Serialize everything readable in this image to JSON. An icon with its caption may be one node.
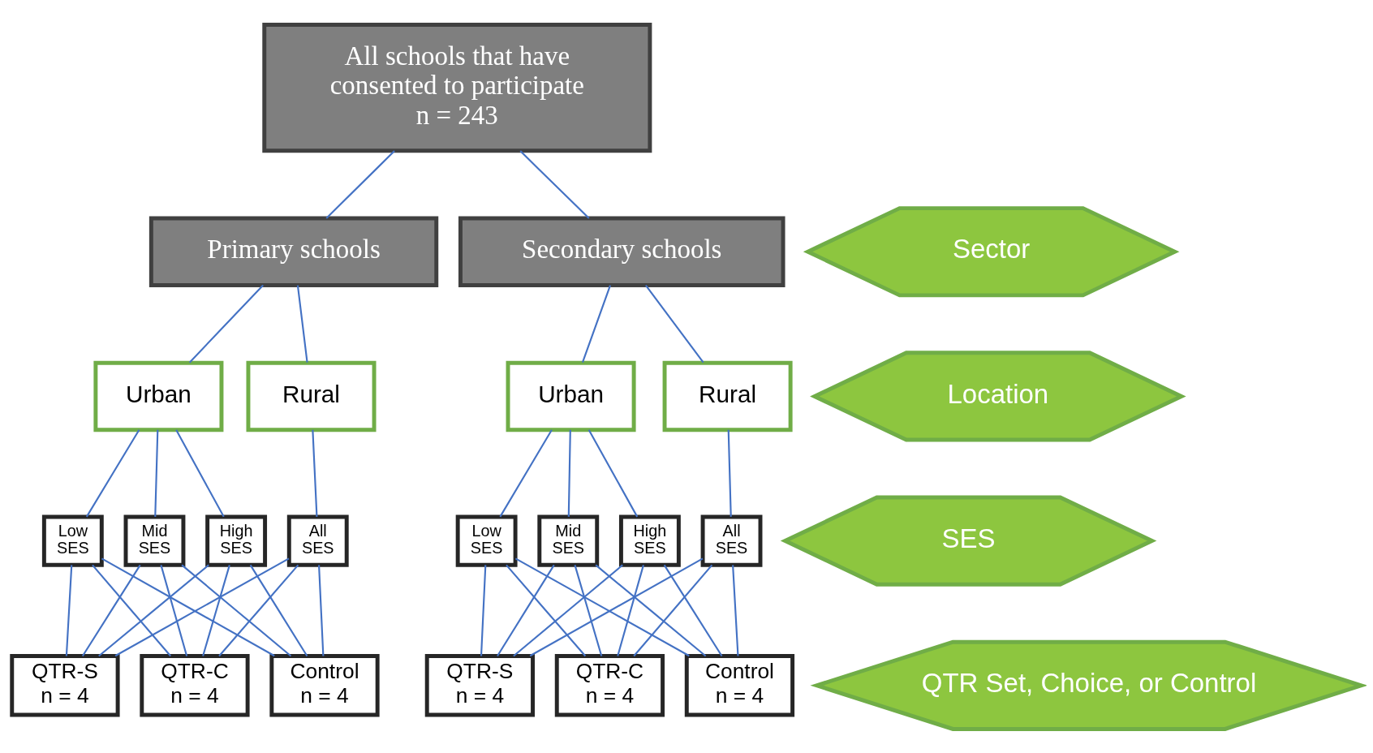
{
  "diagram": {
    "nodes": [
      {
        "text": [
          "All schools that have consented to participate",
          "n = 243"
        ]
      },
      {
        "text": [
          "Primary schools"
        ]
      },
      {
        "text": [
          "Secondary schools"
        ]
      },
      {
        "text": [
          "Sector"
        ]
      },
      {
        "text": [
          "Location"
        ]
      },
      {
        "text": [
          "SES"
        ]
      },
      {
        "text": [
          "QTR Set, Choice, or Control"
        ]
      },
      {
        "text": [
          "Urban"
        ]
      },
      {
        "text": [
          "Rural"
        ]
      },
      {
        "text": [
          "Low SES"
        ]
      },
      {
        "text": [
          "Mid SES"
        ]
      },
      {
        "text": [
          "High SES"
        ]
      },
      {
        "text": [
          "All SES"
        ]
      },
      {
        "text": [
          "QTR-S",
          "n = 4"
        ]
      },
      {
        "text": [
          "QTR-C",
          "n = 4"
        ]
      },
      {
        "text": [
          "Control",
          "n = 4"
        ]
      },
      {
        "text": [
          "Urban"
        ]
      },
      {
        "text": [
          "Rural"
        ]
      },
      {
        "text": [
          "Low SES"
        ]
      },
      {
        "text": [
          "Mid SES"
        ]
      },
      {
        "text": [
          "High SES"
        ]
      },
      {
        "text": [
          "All SES"
        ]
      },
      {
        "text": [
          "QTR-S",
          "n = 4"
        ]
      },
      {
        "text": [
          "QTR-C",
          "n = 4"
        ]
      },
      {
        "text": [
          "Control",
          "n = 4"
        ]
      }
    ],
    "edges": [
      {
        "from": 0,
        "to": 1,
        "arrow": "none"
      },
      {
        "from": 0,
        "to": 2,
        "arrow": "none"
      },
      {
        "from": 1,
        "to": 7,
        "arrow": "none"
      },
      {
        "from": 1,
        "to": 8,
        "arrow": "none"
      },
      {
        "from": 7,
        "to": 9,
        "arrow": "none"
      },
      {
        "from": 7,
        "to": 10,
        "arrow": "none"
      },
      {
        "from": 7,
        "to": 11,
        "arrow": "none"
      },
      {
        "from": 8,
        "to": 12,
        "arrow": "none"
      },
      {
        "from": 9,
        "to": 13,
        "arrow": "none"
      },
      {
        "from": 9,
        "to": 14,
        "arrow": "none"
      },
      {
        "from": 9,
        "to": 15,
        "arrow": "none"
      },
      {
        "from": 10,
        "to": 13,
        "arrow": "none"
      },
      {
        "from": 10,
        "to": 14,
        "arrow": "none"
      },
      {
        "from": 10,
        "to": 15,
        "arrow": "none"
      },
      {
        "from": 11,
        "to": 13,
        "arrow": "none"
      },
      {
        "from": 11,
        "to": 14,
        "arrow": "none"
      },
      {
        "from": 11,
        "to": 15,
        "arrow": "none"
      },
      {
        "from": 12,
        "to": 13,
        "arrow": "none"
      },
      {
        "from": 12,
        "to": 14,
        "arrow": "none"
      },
      {
        "from": 12,
        "to": 15,
        "arrow": "none"
      },
      {
        "from": 2,
        "to": 16,
        "arrow": "none"
      },
      {
        "from": 2,
        "to": 17,
        "arrow": "none"
      },
      {
        "from": 16,
        "to": 18,
        "arrow": "none"
      },
      {
        "from": 16,
        "to": 19,
        "arrow": "none"
      },
      {
        "from": 16,
        "to": 20,
        "arrow": "none"
      },
      {
        "from": 17,
        "to": 21,
        "arrow": "none"
      },
      {
        "from": 18,
        "to": 22,
        "arrow": "none"
      },
      {
        "from": 18,
        "to": 23,
        "arrow": "none"
      },
      {
        "from": 18,
        "to": 24,
        "arrow": "none"
      },
      {
        "from": 19,
        "to": 22,
        "arrow": "none"
      },
      {
        "from": 19,
        "to": 23,
        "arrow": "none"
      },
      {
        "from": 19,
        "to": 24,
        "arrow": "none"
      },
      {
        "from": 20,
        "to": 22,
        "arrow": "none"
      },
      {
        "from": 20,
        "to": 23,
        "arrow": "none"
      },
      {
        "from": 20,
        "to": 24,
        "arrow": "none"
      },
      {
        "from": 21,
        "to": 22,
        "arrow": "none"
      },
      {
        "from": 21,
        "to": 23,
        "arrow": "none"
      },
      {
        "from": 21,
        "to": 24,
        "arrow": "none"
      }
    ]
  }
}
